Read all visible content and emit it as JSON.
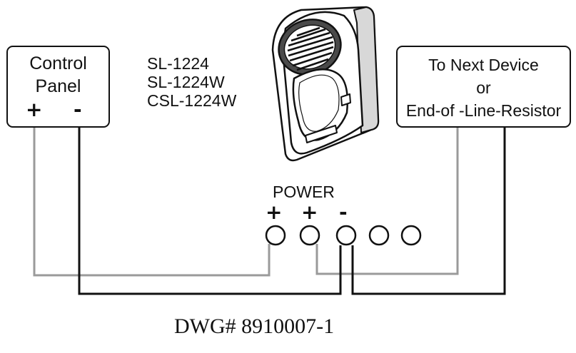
{
  "control_panel": {
    "title_line1": "Control",
    "title_line2": "Panel",
    "plus": "+",
    "minus": "-"
  },
  "model_list": [
    "SL-1224",
    "SL-1224W",
    "CSL-1224W"
  ],
  "next_device": {
    "line1": "To Next Device",
    "line2": "or",
    "line3": "End-of -Line-Resistor"
  },
  "power_block": {
    "label": "POWER",
    "sign_1": "+",
    "sign_2": "+",
    "sign_3": "-",
    "terminal_count": 5
  },
  "drawing_number": "DWG# 8910007-1",
  "colors": {
    "positive_wire": "#9a9a9a",
    "negative_wire": "#111111",
    "outline": "#111111"
  },
  "icons": [
    "strobe-horn-device-icon"
  ]
}
